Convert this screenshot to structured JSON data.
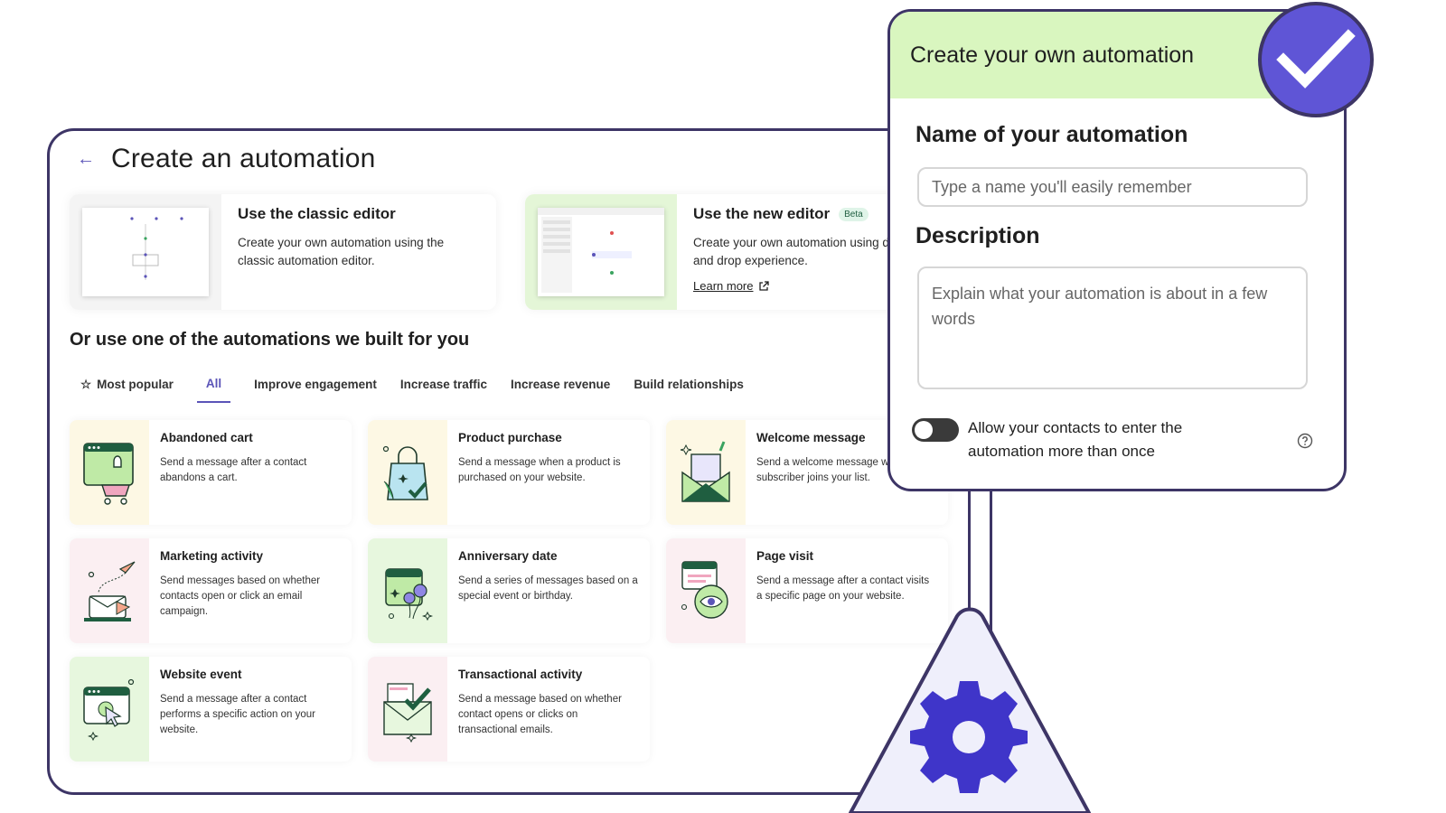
{
  "main": {
    "back_icon": "back-arrow-icon",
    "title": "Create an automation",
    "editors": [
      {
        "title": "Use the classic editor",
        "description": "Create your own automation using the classic automation editor."
      },
      {
        "title": "Use the new editor",
        "badge": "Beta",
        "description": "Create your own automation using drag and drop experience.",
        "link": "Learn more"
      }
    ],
    "section_heading": "Or use one of the automations we built for you",
    "tabs": [
      {
        "label": "Most popular",
        "icon": "star-icon"
      },
      {
        "label": "All",
        "active": true
      },
      {
        "label": "Improve engagement"
      },
      {
        "label": "Increase traffic"
      },
      {
        "label": "Increase revenue"
      },
      {
        "label": "Build relationships"
      }
    ],
    "templates": [
      {
        "title": "Abandoned cart",
        "description": "Send a message after a contact abandons a cart.",
        "icon": "cart-icon",
        "color": "#fdf8e4"
      },
      {
        "title": "Product purchase",
        "description": "Send a message when a product is purchased on your website.",
        "icon": "shopping-bag-icon",
        "color": "#fdf8e4"
      },
      {
        "title": "Welcome message",
        "description": "Send a welcome message when a subscriber joins your list.",
        "icon": "envelope-icon",
        "color": "#fdf8e4"
      },
      {
        "title": "Marketing activity",
        "description": "Send messages based on whether contacts open or click an email campaign.",
        "icon": "paper-plane-icon",
        "color": "#fbeff2"
      },
      {
        "title": "Anniversary date",
        "description": "Send a series of messages based on a special event or birthday.",
        "icon": "calendar-icon",
        "color": "#e7f7de"
      },
      {
        "title": "Page visit",
        "description": "Send a message after a contact visits a specific page on your website.",
        "icon": "eye-icon",
        "color": "#fbeff2"
      },
      {
        "title": "Website event",
        "description": "Send a message after a contact performs a specific action on your website.",
        "icon": "cursor-icon",
        "color": "#e7f7de"
      },
      {
        "title": "Transactional activity",
        "description": "Send a message based on whether contact opens or clicks on transactional emails.",
        "icon": "mail-check-icon",
        "color": "#fbeff2"
      }
    ]
  },
  "automation_form": {
    "header": "Create your own automation",
    "name_label": "Name of your automation",
    "name_placeholder": "Type a name you'll easily remember",
    "description_label": "Description",
    "description_placeholder": "Explain what your automation is about in a few words",
    "toggle_label": "Allow your contacts to enter the automation more than once",
    "toggle_on": false,
    "help_icon": "question-circle-icon"
  },
  "decorations": {
    "check_badge_icon": "checkmark-icon",
    "gear_icon": "gear-icon"
  },
  "colors": {
    "accent": "#5b54b8",
    "panel_border": "#3d3566",
    "form_header": "#d9f6bf",
    "badge_purple": "#5f55d6"
  }
}
